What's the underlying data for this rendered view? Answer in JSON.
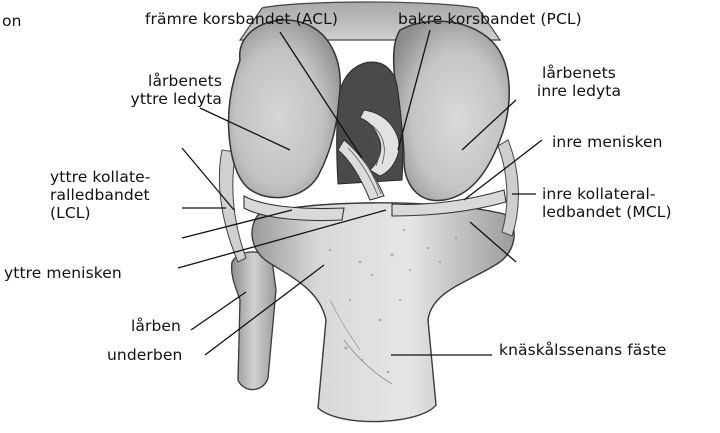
{
  "labels": {
    "top_left_fragment": "on",
    "acl": "främre korsbandet (ACL)",
    "pcl": "bakre korsbandet (PCL)",
    "lateral_condyle": [
      "lårbenets",
      "yttre ledyta"
    ],
    "medial_condyle": [
      "lårbenets",
      "inre ledyta"
    ],
    "medial_meniscus": "inre menisken",
    "lcl": [
      "yttre kollate-",
      "ralledbandet",
      "(LCL)"
    ],
    "mcl": [
      "inre kollateral-",
      "ledbandet (MCL)"
    ],
    "lateral_meniscus": "yttre menisken",
    "fibula": "lårben",
    "tibia": "underben",
    "patellar_tendon": "knäskålssenans fäste"
  },
  "colors": {
    "ink": "#111111",
    "bone_light": "#e9e9e9",
    "bone_mid": "#bdbdbd",
    "bone_dark": "#7a7a7a"
  }
}
